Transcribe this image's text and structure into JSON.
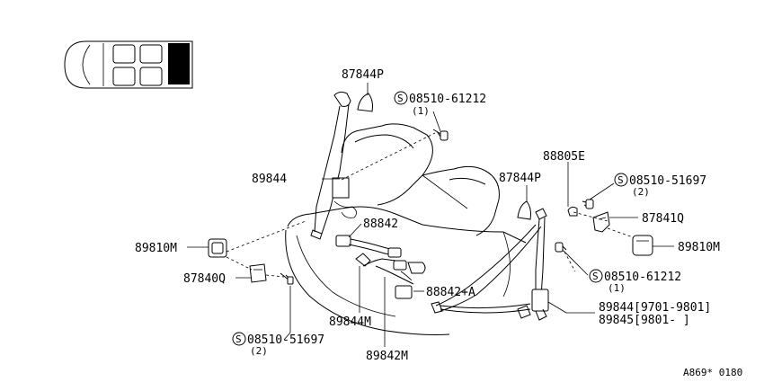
{
  "labels": {
    "p87844p_top": "87844P",
    "bolt_top": "08510-61212",
    "bolt_top_qty": "(1)",
    "p89844_left": "89844",
    "p88842": "88842",
    "p89810m_left": "89810M",
    "p87840q": "87840Q",
    "bolt_bottom": "08510-51697",
    "bolt_bottom_qty": "(2)",
    "p89844m": "89844M",
    "p89842m": "89842M",
    "p88842a": "88842+A",
    "p88805e": "88805E",
    "p87844p_right": "87844P",
    "bolt_right_top": "08510-51697",
    "bolt_right_top_qty": "(2)",
    "p87841q": "87841Q",
    "p89810m_right": "89810M",
    "bolt_right_mid": "08510-61212",
    "bolt_right_mid_qty": "(1)",
    "p89844_range": "89844[9701-9801]",
    "p89845_range": "89845[9801-     ]",
    "figure_code": "A869* 0180",
    "s_symbol": "S"
  }
}
